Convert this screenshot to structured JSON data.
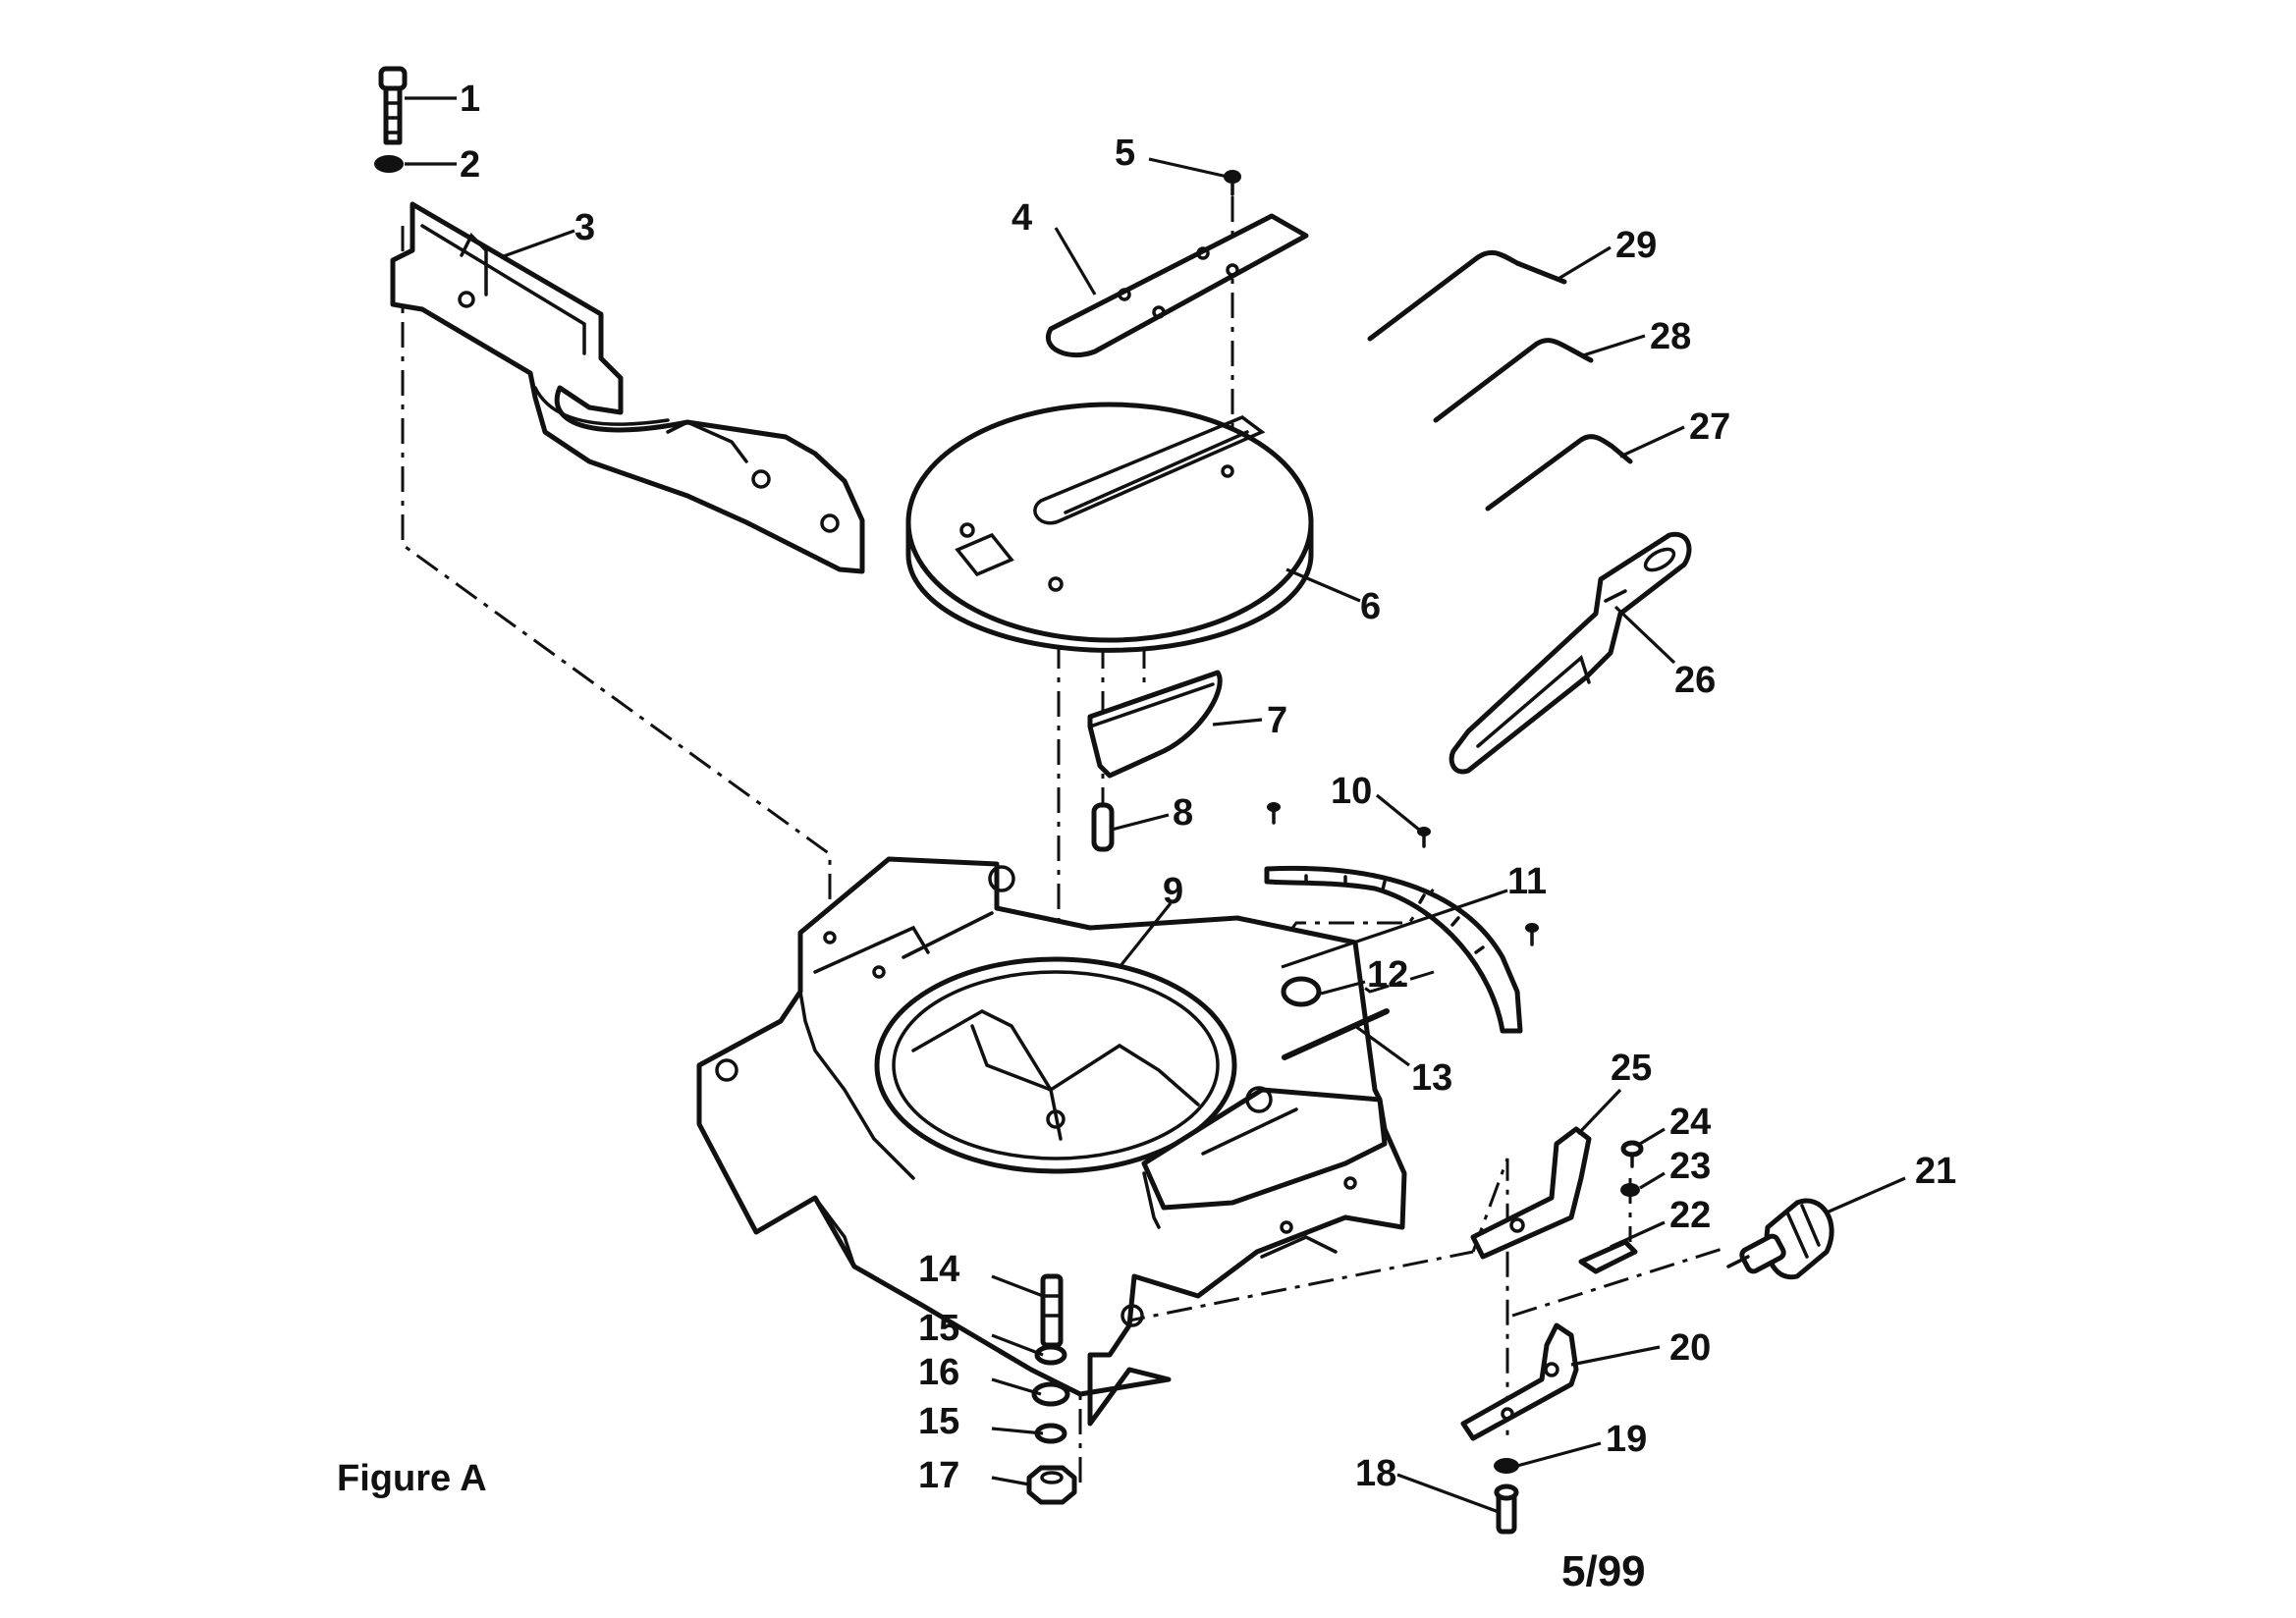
{
  "figure": {
    "caption": "Figure A",
    "page_number": "5/99"
  },
  "callouts": {
    "c1": "1",
    "c2": "2",
    "c3": "3",
    "c4": "4",
    "c5": "5",
    "c6": "6",
    "c7": "7",
    "c8": "8",
    "c9": "9",
    "c10": "10",
    "c11": "11",
    "c12": "12",
    "c13": "13",
    "c14": "14",
    "c15a": "15",
    "c15b": "15",
    "c16": "16",
    "c17": "17",
    "c18": "18",
    "c19": "19",
    "c20": "20",
    "c21": "21",
    "c22": "22",
    "c23": "23",
    "c24": "24",
    "c25": "25",
    "c26": "26",
    "c27": "27",
    "c28": "28",
    "c29": "29"
  }
}
